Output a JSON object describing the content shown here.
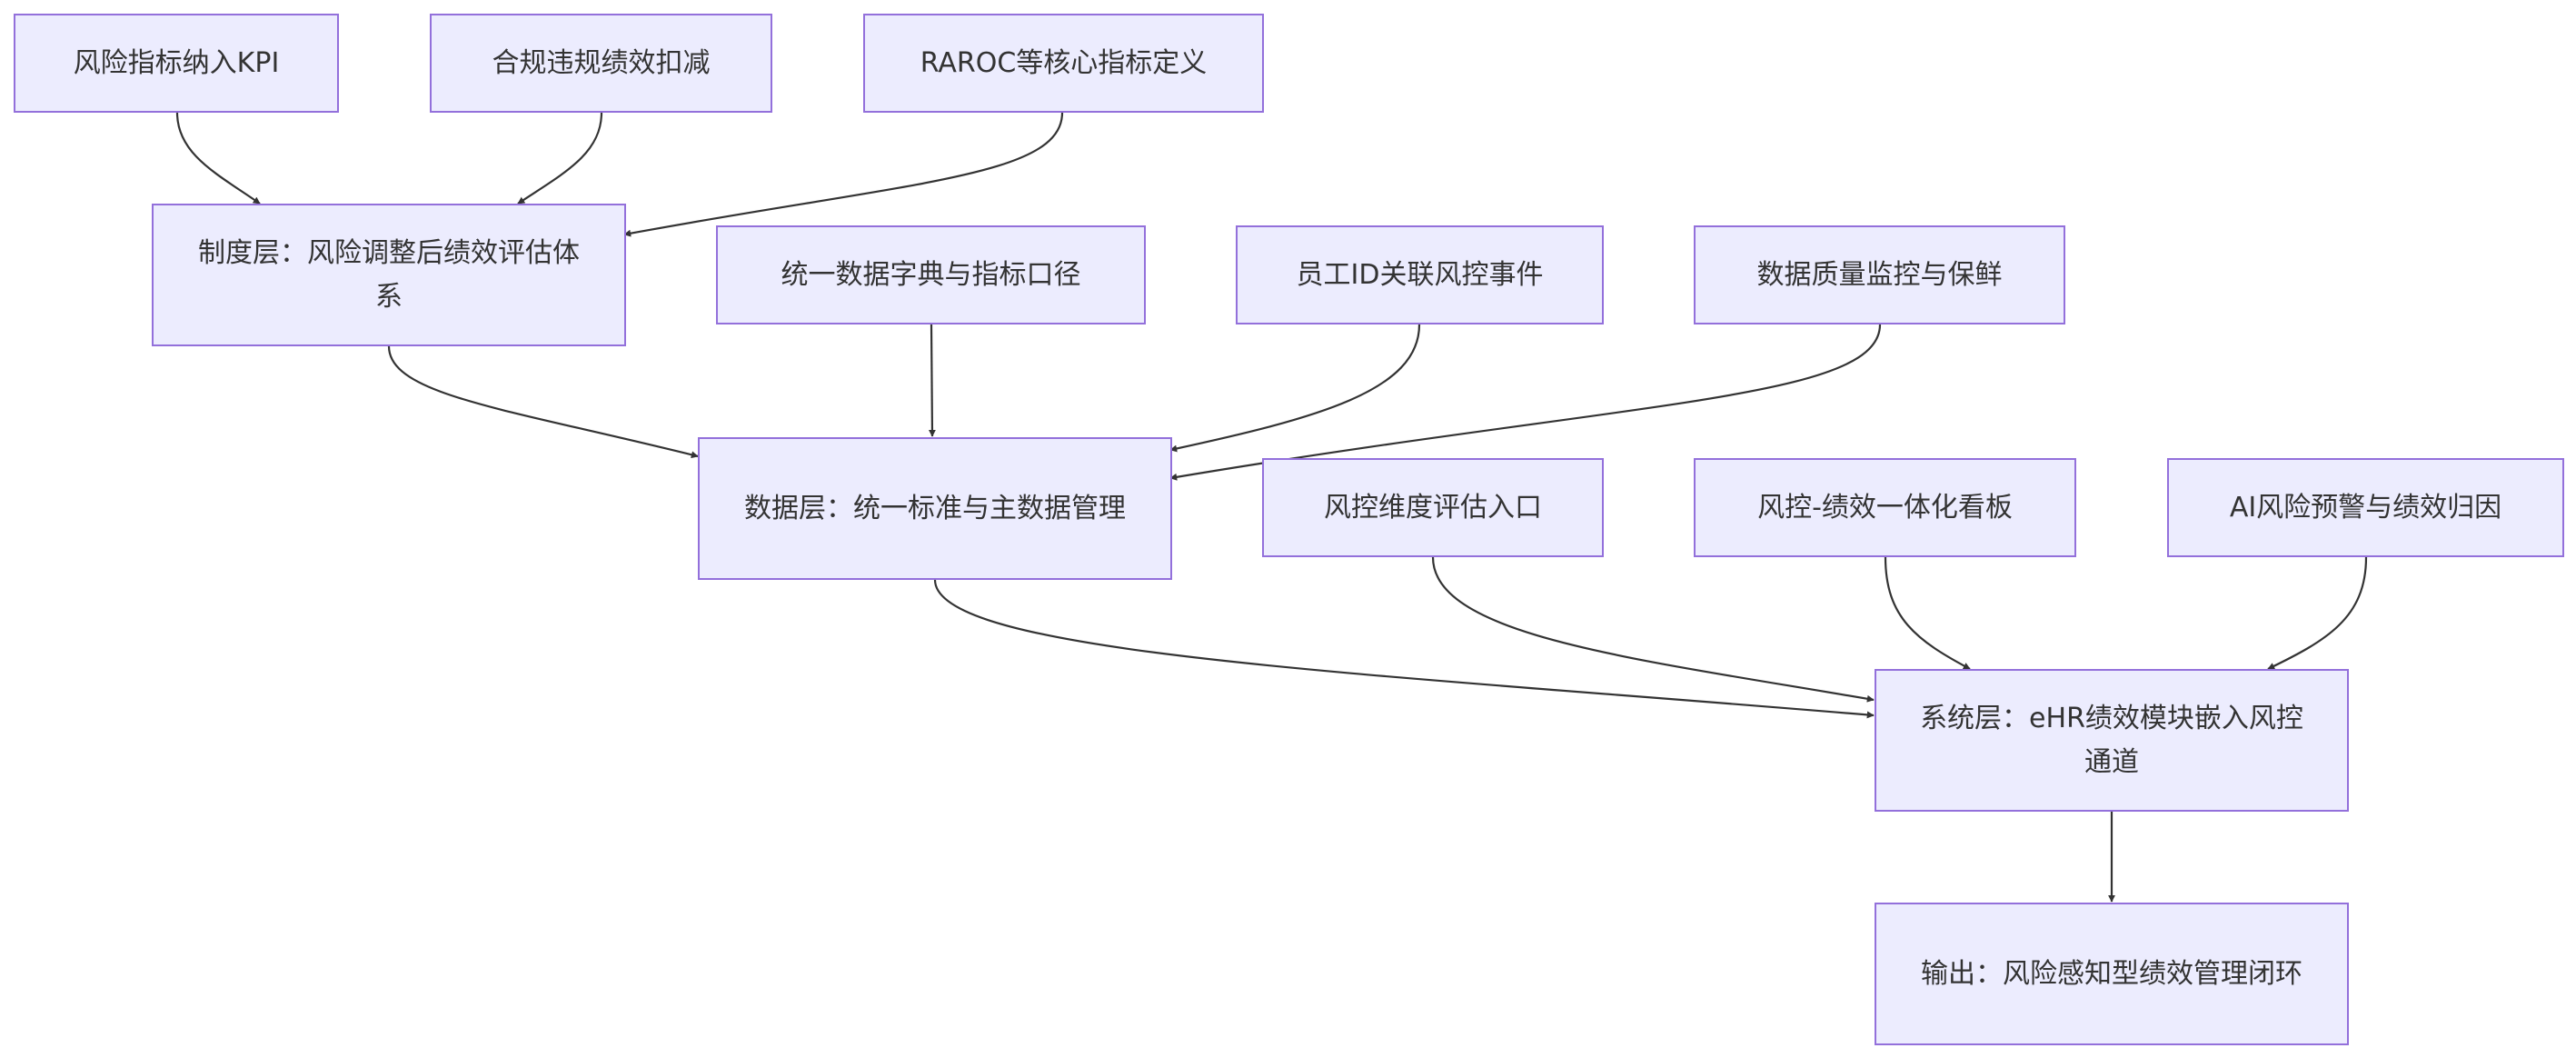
{
  "diagram": {
    "type": "flowchart",
    "colors": {
      "node_fill": "#ececfe",
      "node_border": "#9370db",
      "text": "#333333",
      "edge": "#333333"
    },
    "nodes": [
      {
        "id": "kpi",
        "label": "风险指标纳入KPI"
      },
      {
        "id": "compliance",
        "label": "合规违规绩效扣减"
      },
      {
        "id": "raroc",
        "label": "RAROC等核心指标定义"
      },
      {
        "id": "policy",
        "label": "制度层：风险调整后绩效评估体系"
      },
      {
        "id": "dictionary",
        "label": "统一数据字典与指标口径"
      },
      {
        "id": "employee",
        "label": "员工ID关联风控事件"
      },
      {
        "id": "quality",
        "label": "数据质量监控与保鲜"
      },
      {
        "id": "data",
        "label": "数据层：统一标准与主数据管理"
      },
      {
        "id": "riskentry",
        "label": "风控维度评估入口"
      },
      {
        "id": "dashboard",
        "label": "风控-绩效一体化看板"
      },
      {
        "id": "ai",
        "label": "AI风险预警与绩效归因"
      },
      {
        "id": "system",
        "label": "系统层：eHR绩效模块嵌入风控通道"
      },
      {
        "id": "output",
        "label": "输出：风险感知型绩效管理闭环"
      }
    ],
    "edges": [
      {
        "from": "kpi",
        "to": "policy"
      },
      {
        "from": "compliance",
        "to": "policy"
      },
      {
        "from": "raroc",
        "to": "policy"
      },
      {
        "from": "policy",
        "to": "data"
      },
      {
        "from": "dictionary",
        "to": "data"
      },
      {
        "from": "employee",
        "to": "data"
      },
      {
        "from": "quality",
        "to": "data"
      },
      {
        "from": "data",
        "to": "system"
      },
      {
        "from": "riskentry",
        "to": "system"
      },
      {
        "from": "dashboard",
        "to": "system"
      },
      {
        "from": "ai",
        "to": "system"
      },
      {
        "from": "system",
        "to": "output"
      }
    ]
  }
}
